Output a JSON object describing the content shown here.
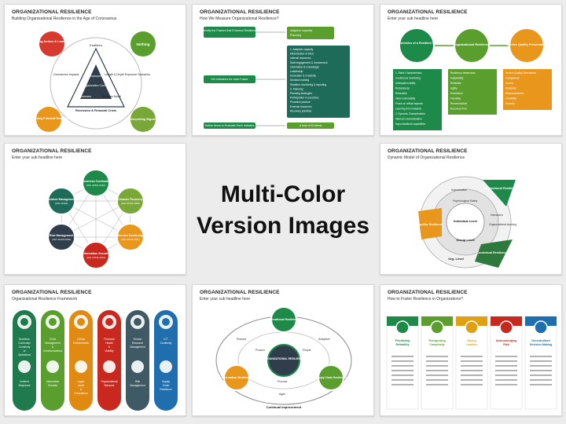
{
  "center": {
    "line1": "Multi-Color",
    "line2": "Version Images"
  },
  "slides": [
    {
      "title": "ORGANIZATIONAL RESILIENCE",
      "subtitle": "Building Organizational Resilience in the Age of Coronavirus",
      "nodes": [
        "Taking Action & Learning",
        "Nothing",
        "Determining Potential Responses",
        "Interpreting Signals"
      ],
      "tri": [
        "Enablers",
        "Coronavirus Impacts",
        "Employees",
        "Length & Depth Exposure Scenarios",
        "Organization Context",
        "Customers",
        "Business Model",
        "Recession & Financial Crisis"
      ]
    },
    {
      "title": "ORGANIZATIONAL RESILIENCE",
      "subtitle": "How We Measure Organizational Resilience?",
      "left": [
        "Identify the Factors that Enhance Resilience",
        "Set Indicators for each Factor",
        "Define Items to Evaluate Each Indicator"
      ],
      "right_top": [
        "Adaptive capacity",
        "Planning"
      ],
      "mid_list": [
        "1. Adaptive capacity",
        "Minimization of Silos",
        "Internal resources",
        "Staff engagement & involvement",
        "Information & Knowledge",
        "Leadership",
        "Innovation & Creativity",
        "Decision making",
        "Situation monitoring & reporting",
        "2. Planning",
        "Planning strategies",
        "Participation in exercises",
        "Proactive posture",
        "External resources",
        "Recovery priorities"
      ],
      "right_bottom": "A total of 53 items"
    },
    {
      "title": "ORGANIZATIONAL RESILIENCE",
      "subtitle": "Enter your sub headline here",
      "circles": [
        "Characteristics of a Resilient System",
        "Organizational Resilience",
        "Service Quality Preservation"
      ],
      "col1": [
        "1. Static Characteristics",
        "Continuous monitoring",
        "Anticipation ability",
        "Redundancy",
        "Relocation",
        "Initial vulnerability",
        "Focus on critical aspects",
        "Learning from mistakes",
        "2. Dynamic Characteristics",
        "Internal Communication",
        "Improvisational capabilities"
      ],
      "col2": [
        "Resilience dimensions",
        "Adaptability",
        "Reliability",
        "Agility",
        "Resistance",
        "Flexibility",
        "Reconstruction",
        "Recovery from"
      ],
      "col3": [
        "Service Quality Dimensions",
        "Competence",
        "Access",
        "Reliability",
        "Responsiveness",
        "Credibility",
        "Security"
      ]
    },
    {
      "title": "ORGANIZATIONAL RESILIENCE",
      "subtitle": "Enter your sub headline here",
      "nodes": [
        {
          "label": "Business Continuity",
          "code": "(ISO 22301:2012)"
        },
        {
          "label": "Disaster Recovery",
          "code": "(ISO 24762:2008)"
        },
        {
          "label": "Service Continuity",
          "code": "(ISO 27031:2011)"
        },
        {
          "label": "Information Security",
          "code": "(ISO 27001:2013)"
        },
        {
          "label": "Risk Management",
          "code": "(ISO 31000:2009)"
        },
        {
          "label": "Incident Management",
          "code": "(ISO 22320)"
        }
      ]
    },
    {
      "title": "ORGANIZATIONAL RESILIENCE",
      "subtitle": "Dynamic Model of Organizational Resilience",
      "segments": [
        "Behavioural Resilience",
        "Contextual Resilience",
        "Cognitive Resilience"
      ],
      "ring_labels": [
        "Improvisation",
        "Psychological Safety",
        "Interaction",
        "Organizational learning",
        "Individual Level",
        "Group Level",
        "Org. Level"
      ]
    },
    {
      "title": "ORGANIZATIONAL RESILIENCE",
      "subtitle": "Organizational Resilience Framework",
      "pills": [
        {
          "top": "Business Continuity/ Continuity of Operations",
          "bottom": "Incident Response",
          "color": "#1f7a4d"
        },
        {
          "top": "Crisis Management & Communications",
          "bottom": "Information Security",
          "color": "#5a9e2e"
        },
        {
          "top": "Critical Environments",
          "bottom": "Legal, Audit & Compliance",
          "color": "#e08a12"
        },
        {
          "top": "Financial Health & Viability",
          "bottom": "Organizational Behavior",
          "color": "#c8281e"
        },
        {
          "top": "Human Resource Management",
          "bottom": "Risk Management",
          "color": "#3f5a64"
        },
        {
          "top": "ICT Continuity",
          "bottom": "Supply Chain Resilience",
          "color": "#1f6fae"
        }
      ]
    },
    {
      "title": "ORGANIZATIONAL RESILIENCE",
      "subtitle": "Enter your sub headline here",
      "circles": [
        "Operational Resilience",
        "Information Resilience",
        "Supply Chain Resilience"
      ],
      "center": "ORGANIZATIONAL RESILIENCE",
      "labels": [
        "Robust",
        "Adaptive",
        "Product",
        "People",
        "Process",
        "Agile"
      ],
      "bottom": "Continual Improvement"
    },
    {
      "title": "ORGANIZATIONAL RESILIENCE",
      "subtitle": "How to Foster Resilience in Organizations?",
      "cards": [
        {
          "title": "Prioritizing Reliability",
          "color": "#1e8a4a"
        },
        {
          "title": "Recognizing Complexity",
          "color": "#5a9e2e"
        },
        {
          "title": "Strong Leaders",
          "color": "#e0a012"
        },
        {
          "title": "Acknowledging Risk",
          "color": "#c8281e"
        },
        {
          "title": "Decentralized Decision-Making",
          "color": "#1e6fae"
        }
      ]
    }
  ]
}
